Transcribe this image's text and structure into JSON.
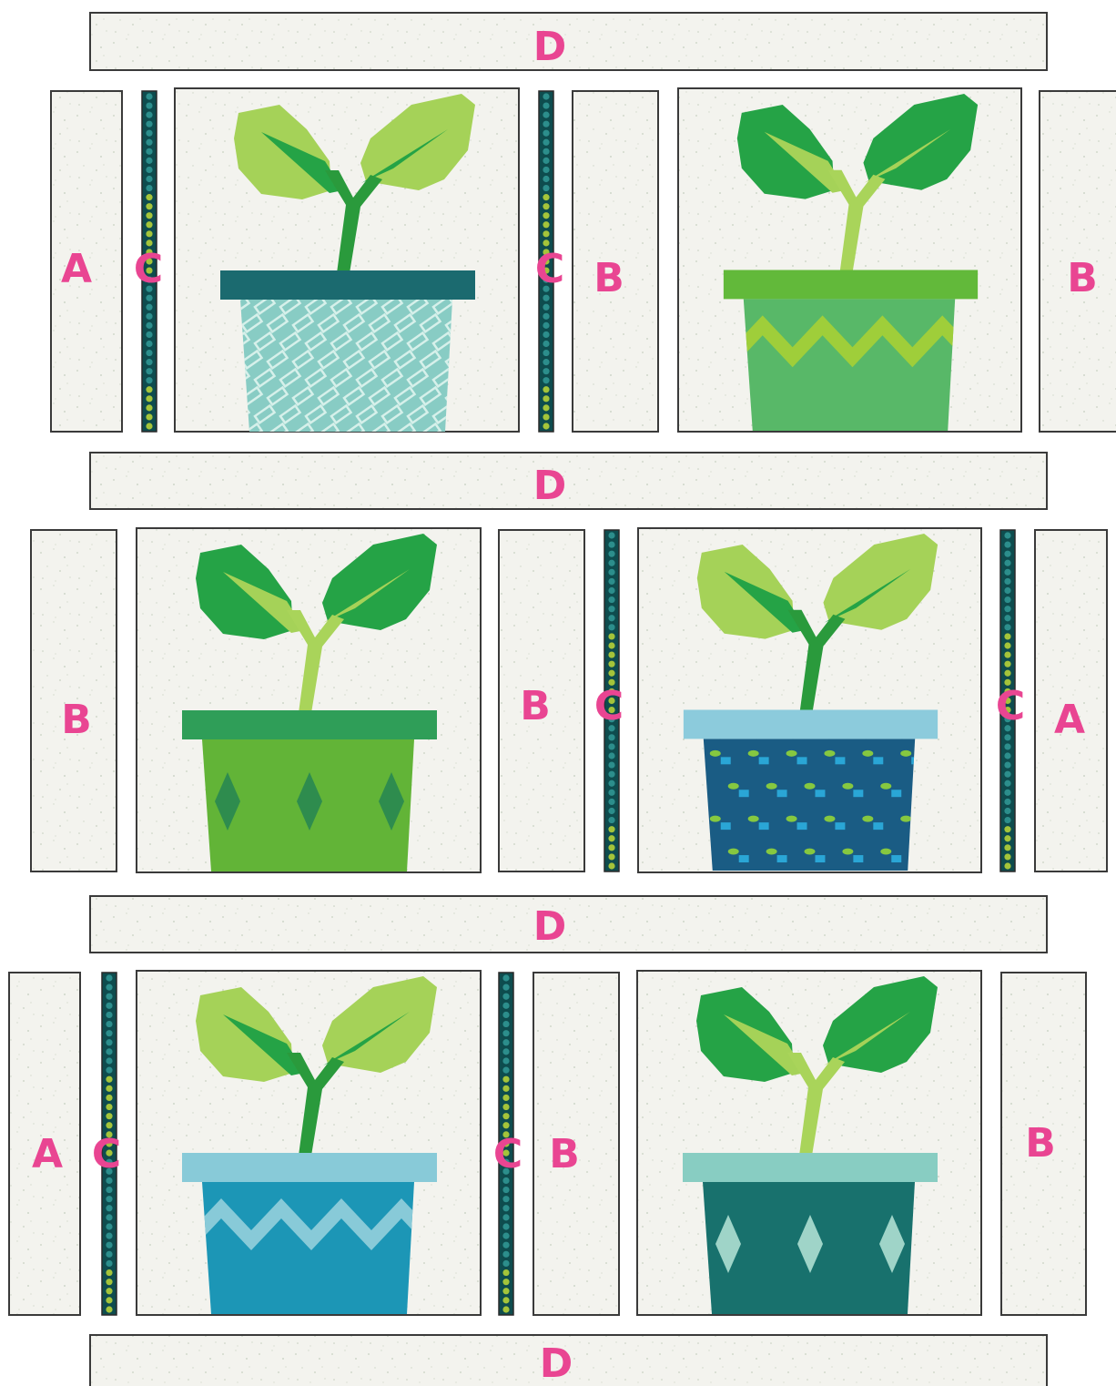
{
  "labels": {
    "strip_d": "D",
    "strip_a": "A",
    "strip_b": "B",
    "strip_c": "C"
  },
  "colors": {
    "background_fabric": "#f3f3ee",
    "outline": "#3a3a3a",
    "label": "#e94592",
    "leaf_light": "#a5d258",
    "leaf_dark": "#25a346",
    "stem_dark": "#2a9a3c",
    "stem_light": "#a9d45a",
    "dot_teal": "#2c8e8c",
    "dot_lime": "#a4c43a",
    "dot_dark": "#0e4c4e"
  },
  "blocks": [
    {
      "leaf": "light",
      "rim": "#1b6a6f",
      "pot": "#88ccc4",
      "pattern": "basket",
      "pattern_color": "#d6f0ea"
    },
    {
      "leaf": "dark",
      "rim": "#62b93a",
      "pot": "#58b868",
      "pattern": "zigzag",
      "pattern_color": "#9fce3a"
    },
    {
      "leaf": "dark",
      "rim": "#2f9e58",
      "pot": "#62b437",
      "pattern": "diamonds",
      "pattern_color": "#2e8c4e"
    },
    {
      "leaf": "light",
      "rim": "#8ccbdc",
      "pot": "#1a5c84",
      "pattern": "sprigs",
      "pattern_color": "#86c840"
    },
    {
      "leaf": "light",
      "rim": "#88cad8",
      "pot": "#1c96b6",
      "pattern": "zigzag",
      "pattern_color": "#88cad8"
    },
    {
      "leaf": "dark",
      "rim": "#88cdc2",
      "pot": "#18716d",
      "pattern": "diamonds",
      "pattern_color": "#9fd4c8"
    }
  ]
}
